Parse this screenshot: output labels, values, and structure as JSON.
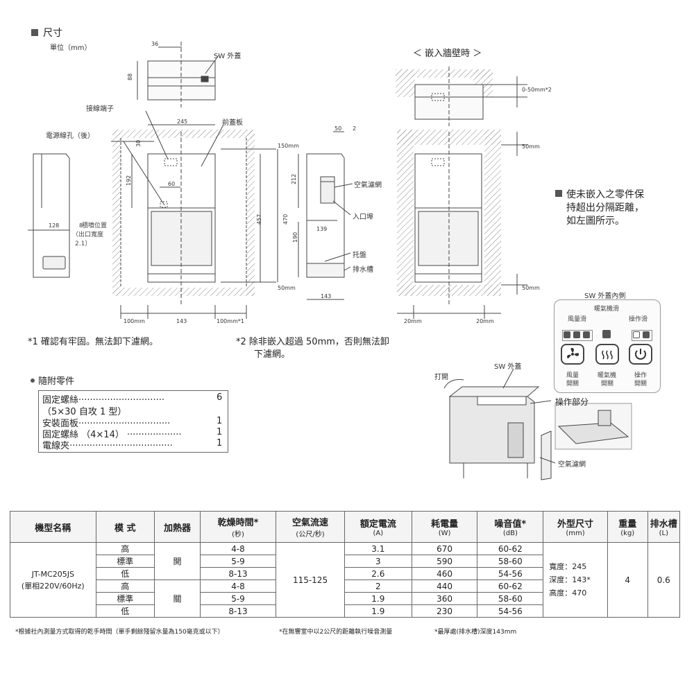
{
  "header": {
    "title": "尺寸",
    "unit": "單位（mm）"
  },
  "diagram": {
    "labels": {
      "sw_cover": "SW 外蓋",
      "terminal": "接線端子",
      "front_panel": "前蓋板",
      "power_hole": "電源線孔（後）",
      "air_filter": "空氣濾網",
      "inlet": "入口埠",
      "tray": "托盤",
      "drain": "排水槽",
      "embed_title": "＜ 嵌入牆壁時 ＞",
      "pos_line1": "積噴位置",
      "pos_line2": "（出口寬度",
      "pos_line3": "2.1）"
    },
    "dims": {
      "d36": "36",
      "d88": "88",
      "d245": "245",
      "d30": "30",
      "d192": "192",
      "d60": "60",
      "d128": "128",
      "d8": "8",
      "d50": "50",
      "d2": "2",
      "d212": "212",
      "d470": "470",
      "d457": "457",
      "d139": "139",
      "d190": "190",
      "d143": "143",
      "d150mm": "150mm",
      "d50mm_bot": "50mm",
      "d100mm_l": "100mm",
      "d143_b": "143",
      "d100mm_r": "100mm*1",
      "d050": "0-50mm*2",
      "d50mm_r1": "50mm",
      "d50mm_r2": "50mm",
      "d20mm_l": "20mm",
      "d20mm_r": "20mm"
    },
    "side_note": [
      "使未嵌入之零件保",
      "持超出分隔距離，",
      "如左圖所示。"
    ],
    "footnote1": "*1 確認有牢固。無法卸下濾網。",
    "footnote2_l1": "*2 除非嵌入超過 50mm，否則無法卸",
    "footnote2_l2": "下濾網。"
  },
  "parts": {
    "title": "隨附零件",
    "items": [
      {
        "name": "固定螺絲······························",
        "qty": "6"
      },
      {
        "name": "（5×30 自攻 1 型）",
        "qty": ""
      },
      {
        "name": "安裝面板································",
        "qty": "1"
      },
      {
        "name": "固定螺絲 （4×14）   ···················",
        "qty": "1"
      },
      {
        "name": "電線夾····································",
        "qty": "1"
      }
    ]
  },
  "sw_panel": {
    "title": "SW 外蓋內側",
    "top_label": "暖氣機滑",
    "label_fan_slide": "風量滑",
    "label_op_slide": "操作滑",
    "btn_fan_line1": "風量",
    "btn_fan_line2": "開關",
    "btn_heat_line1": "暖氣機",
    "btn_heat_line2": "開關",
    "btn_op_line1": "操作",
    "btn_op_line2": "開關",
    "open_label": "打開",
    "sw_label": "SW 外蓋",
    "op_part": "操作部分",
    "filter_label": "空氣濾網"
  },
  "spec_table": {
    "headers": [
      {
        "name": "機型名稱",
        "unit": ""
      },
      {
        "name": "模 式",
        "unit": ""
      },
      {
        "name": "加熱器",
        "unit": ""
      },
      {
        "name": "乾燥時間*",
        "unit": "(秒)"
      },
      {
        "name": "空氣流速",
        "unit": "(公尺/秒)"
      },
      {
        "name": "額定電流",
        "unit": "(A)"
      },
      {
        "name": "耗電量",
        "unit": "(W)"
      },
      {
        "name": "噪音值*",
        "unit": "(dB)"
      },
      {
        "name": "外型尺寸",
        "unit": "(mm)"
      },
      {
        "name": "重量",
        "unit": "(kg)"
      },
      {
        "name": "排水槽",
        "unit": "(L)"
      }
    ],
    "model_line1": "JT-MC205JS",
    "model_line2": "(單相220V/60Hz)",
    "heater_on": "開",
    "heater_off": "關",
    "airflow": "115-125",
    "size_lines": [
      "寬度：245",
      "深度：143*",
      "高度：470"
    ],
    "weight": "4",
    "drain": "0.6",
    "rows": [
      {
        "mode": "高",
        "time": "4-8",
        "current": "3.1",
        "power": "670",
        "noise": "60-62"
      },
      {
        "mode": "標準",
        "time": "5-9",
        "current": "3",
        "power": "590",
        "noise": "58-60"
      },
      {
        "mode": "低",
        "time": "8-13",
        "current": "2.6",
        "power": "460",
        "noise": "54-56"
      },
      {
        "mode": "高",
        "time": "4-8",
        "current": "2",
        "power": "440",
        "noise": "60-62"
      },
      {
        "mode": "標準",
        "time": "5-9",
        "current": "1.9",
        "power": "360",
        "noise": "58-60"
      },
      {
        "mode": "低",
        "time": "8-13",
        "current": "1.9",
        "power": "230",
        "noise": "54-56"
      }
    ]
  },
  "notes": [
    "*根據社內測量方式取得的乾手時間（單手剩餘殘留水量為150毫克或以下）",
    "*在無響室中以2公尺的距離執行噪音測量",
    "*最厚處(排水槽)深度143mm"
  ]
}
